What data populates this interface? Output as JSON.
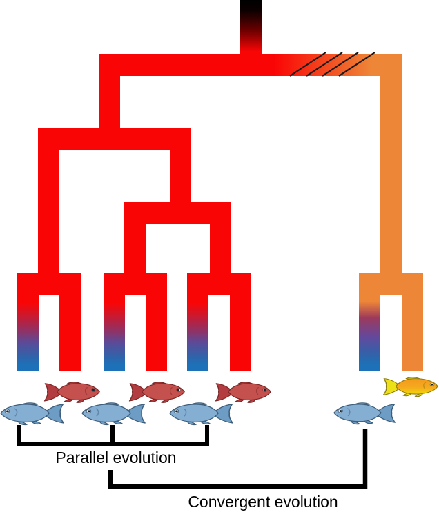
{
  "diagram": {
    "type": "phylogenetic-tree",
    "subject": "parallel vs convergent evolution of blue fish phenotype"
  },
  "labels": {
    "parallel": "Parallel evolution",
    "convergent": "Convergent evolution"
  },
  "colors": {
    "branch_red": "#fa0505",
    "branch_orange": "#ee8637",
    "tip_blue": "#1d71b8",
    "root_black": "#000000",
    "hatch_line": "#1a1a1a",
    "bracket": "#000000",
    "label_text": "#000000",
    "fish_blue_body": "#85aed3",
    "fish_blue_fins": "#6d9cc4",
    "fish_blue_outline": "#3d5d7a",
    "fish_red_body": "#c5514e",
    "fish_red_fins": "#b23c3f",
    "fish_red_outline": "#7a2524",
    "fish_yellow_body_top": "#f5991c",
    "fish_yellow_body_bottom": "#f0d800",
    "fish_yellow_fins": "#ece019",
    "fish_yellow_outline": "#8a7a10"
  },
  "tree": {
    "root_gradient": [
      "#000000",
      "#fa0505"
    ],
    "transition_branch": {
      "from_color": "#fa0505",
      "to_color": "#ee8637",
      "hatch_line_count": 4
    },
    "tip_gradient_red_to_blue": [
      "#fa0505",
      "#1d71b8"
    ],
    "tip_gradient_orange_to_blue": [
      "#ee8637",
      "#1d71b8"
    ],
    "clades": [
      {
        "name": "red clade",
        "branch_color": "#fa0505",
        "tip_pairs": [
          {
            "pair": 1,
            "left_tip": "fades red to blue",
            "right_tip": "stays red"
          },
          {
            "pair": 2,
            "left_tip": "fades red to blue",
            "right_tip": "stays red"
          },
          {
            "pair": 3,
            "left_tip": "fades red to blue",
            "right_tip": "stays red"
          }
        ]
      },
      {
        "name": "orange clade",
        "branch_color": "#ee8637",
        "tip_pairs": [
          {
            "pair": 4,
            "left_tip": "fades orange to blue",
            "right_tip": "stays orange"
          }
        ]
      }
    ]
  },
  "fish": [
    {
      "type": "red",
      "facing": "right",
      "pair": 1
    },
    {
      "type": "blue",
      "facing": "left",
      "pair": 1
    },
    {
      "type": "red",
      "facing": "right",
      "pair": 2
    },
    {
      "type": "blue",
      "facing": "left",
      "pair": 2
    },
    {
      "type": "red",
      "facing": "right",
      "pair": 3
    },
    {
      "type": "blue",
      "facing": "left",
      "pair": 3
    },
    {
      "type": "yellow",
      "facing": "right",
      "pair": 4
    },
    {
      "type": "blue",
      "facing": "left",
      "pair": 4
    }
  ],
  "brackets": {
    "parallel_groups": "three blue tips of red clade",
    "convergent_groups": "blue tips of red clade and blue tip of orange clade"
  }
}
